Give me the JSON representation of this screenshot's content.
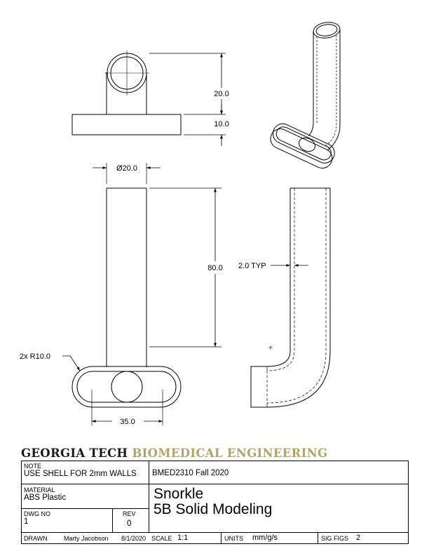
{
  "dimensions": {
    "height_top": "20.0",
    "base_thickness": "10.0",
    "diameter": "Ø20.0",
    "length": "80.0",
    "wall": "2.0 TYP",
    "radius": "2x R10.0",
    "width": "35.0"
  },
  "banner": {
    "institution": "GEORGIA TECH",
    "department": "BIOMEDICAL ENGINEERING"
  },
  "title_block": {
    "note_label": "NOTE",
    "note_value": "USE SHELL FOR 2mm WALLS",
    "course": "BMED2310 Fall 2020",
    "material_label": "MATERIAL",
    "material_value": "ABS Plastic",
    "title_line1": "Snorkle",
    "title_line2": "5B Solid Modeling",
    "dwg_no_label": "DWG NO",
    "dwg_no_value": "1",
    "rev_label": "REV",
    "rev_value": "0",
    "drawn_label": "DRAWN",
    "drawn_by": "Marty Jacobson",
    "date": "8/1/2020",
    "scale_label": "SCALE",
    "scale_value": "1:1",
    "units_label": "UNITS",
    "units_value": "mm/g/s",
    "sig_figs_label": "SIG FIGS",
    "sig_figs_value": "2"
  }
}
